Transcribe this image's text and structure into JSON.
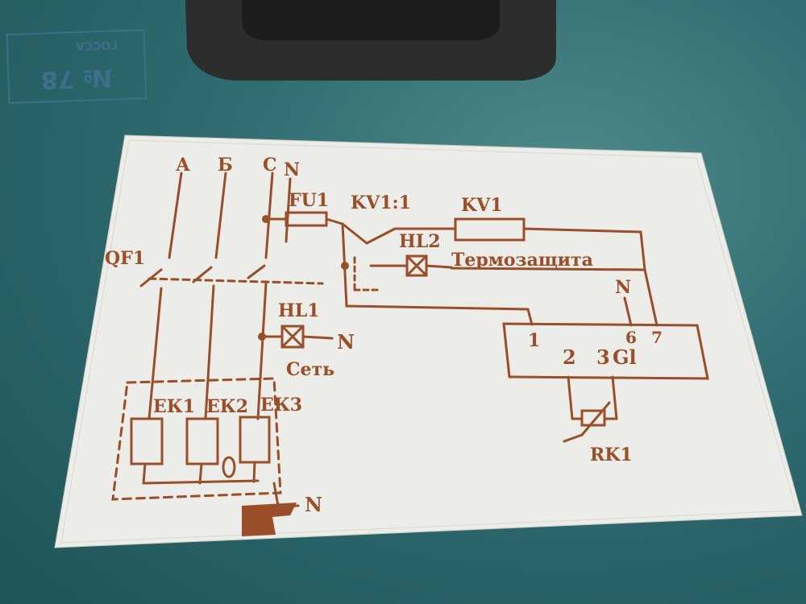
{
  "colors": {
    "ink": "#9a4e2a",
    "plate": "#ecece8",
    "enclosure": "#2f6b6f",
    "stamp": "#3e6e8a"
  },
  "stamp": {
    "top": "ГОССА",
    "number": "№ 78"
  },
  "bus": {
    "phase_a": "А",
    "phase_b": "Б",
    "phase_c": "С",
    "neutral": "N"
  },
  "components": {
    "fuse": "FU1",
    "relay_contact": "KV1:1",
    "relay_coil": "KV1",
    "lamp_thermal": "HL2",
    "breaker": "QF1",
    "lamp_network": "HL1",
    "heater1": "ЕК1",
    "heater2": "ЕК2",
    "heater3": "ЕК3",
    "sensor": "RK1"
  },
  "labels": {
    "thermal_protection": "Термозащита",
    "network": "Сеть",
    "neutral_top": "N",
    "neutral_hl1": "N",
    "neutral_bottom": "N"
  },
  "terminals": {
    "t1": "1",
    "t2": "2",
    "t3": "3",
    "t6": "6",
    "t7": "7",
    "sensor_mark": "Gl"
  }
}
